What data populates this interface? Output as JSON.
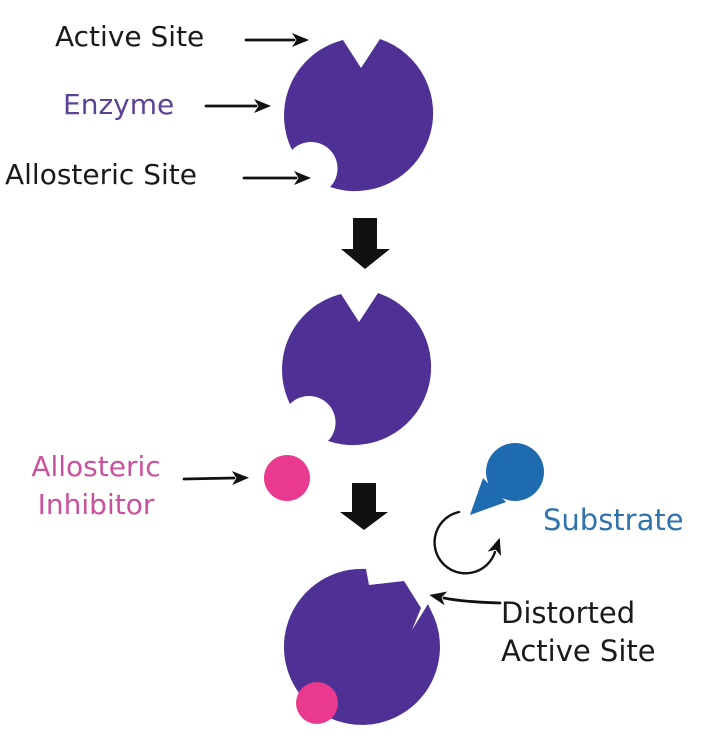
{
  "labels": {
    "active_site": "Active Site",
    "enzyme": "Enzyme",
    "allosteric_site": "Allosteric Site",
    "allosteric_inhibitor": {
      "line1": "Allosteric",
      "line2": "Inhibitor"
    },
    "substrate": "Substrate",
    "distorted_active_site": {
      "line1": "Distorted",
      "line2": "Active Site"
    }
  },
  "colors": {
    "background": "#FFFFFF",
    "enzyme": "#4F3195",
    "enzyme_label": "#5B4397",
    "inhibitor": "#E93A8F",
    "inhibitor_label": "#C9529C",
    "substrate": "#1E6BB0",
    "substrate_label": "#2F72AE",
    "text": "#1A1A1A",
    "arrow": "#111111"
  }
}
